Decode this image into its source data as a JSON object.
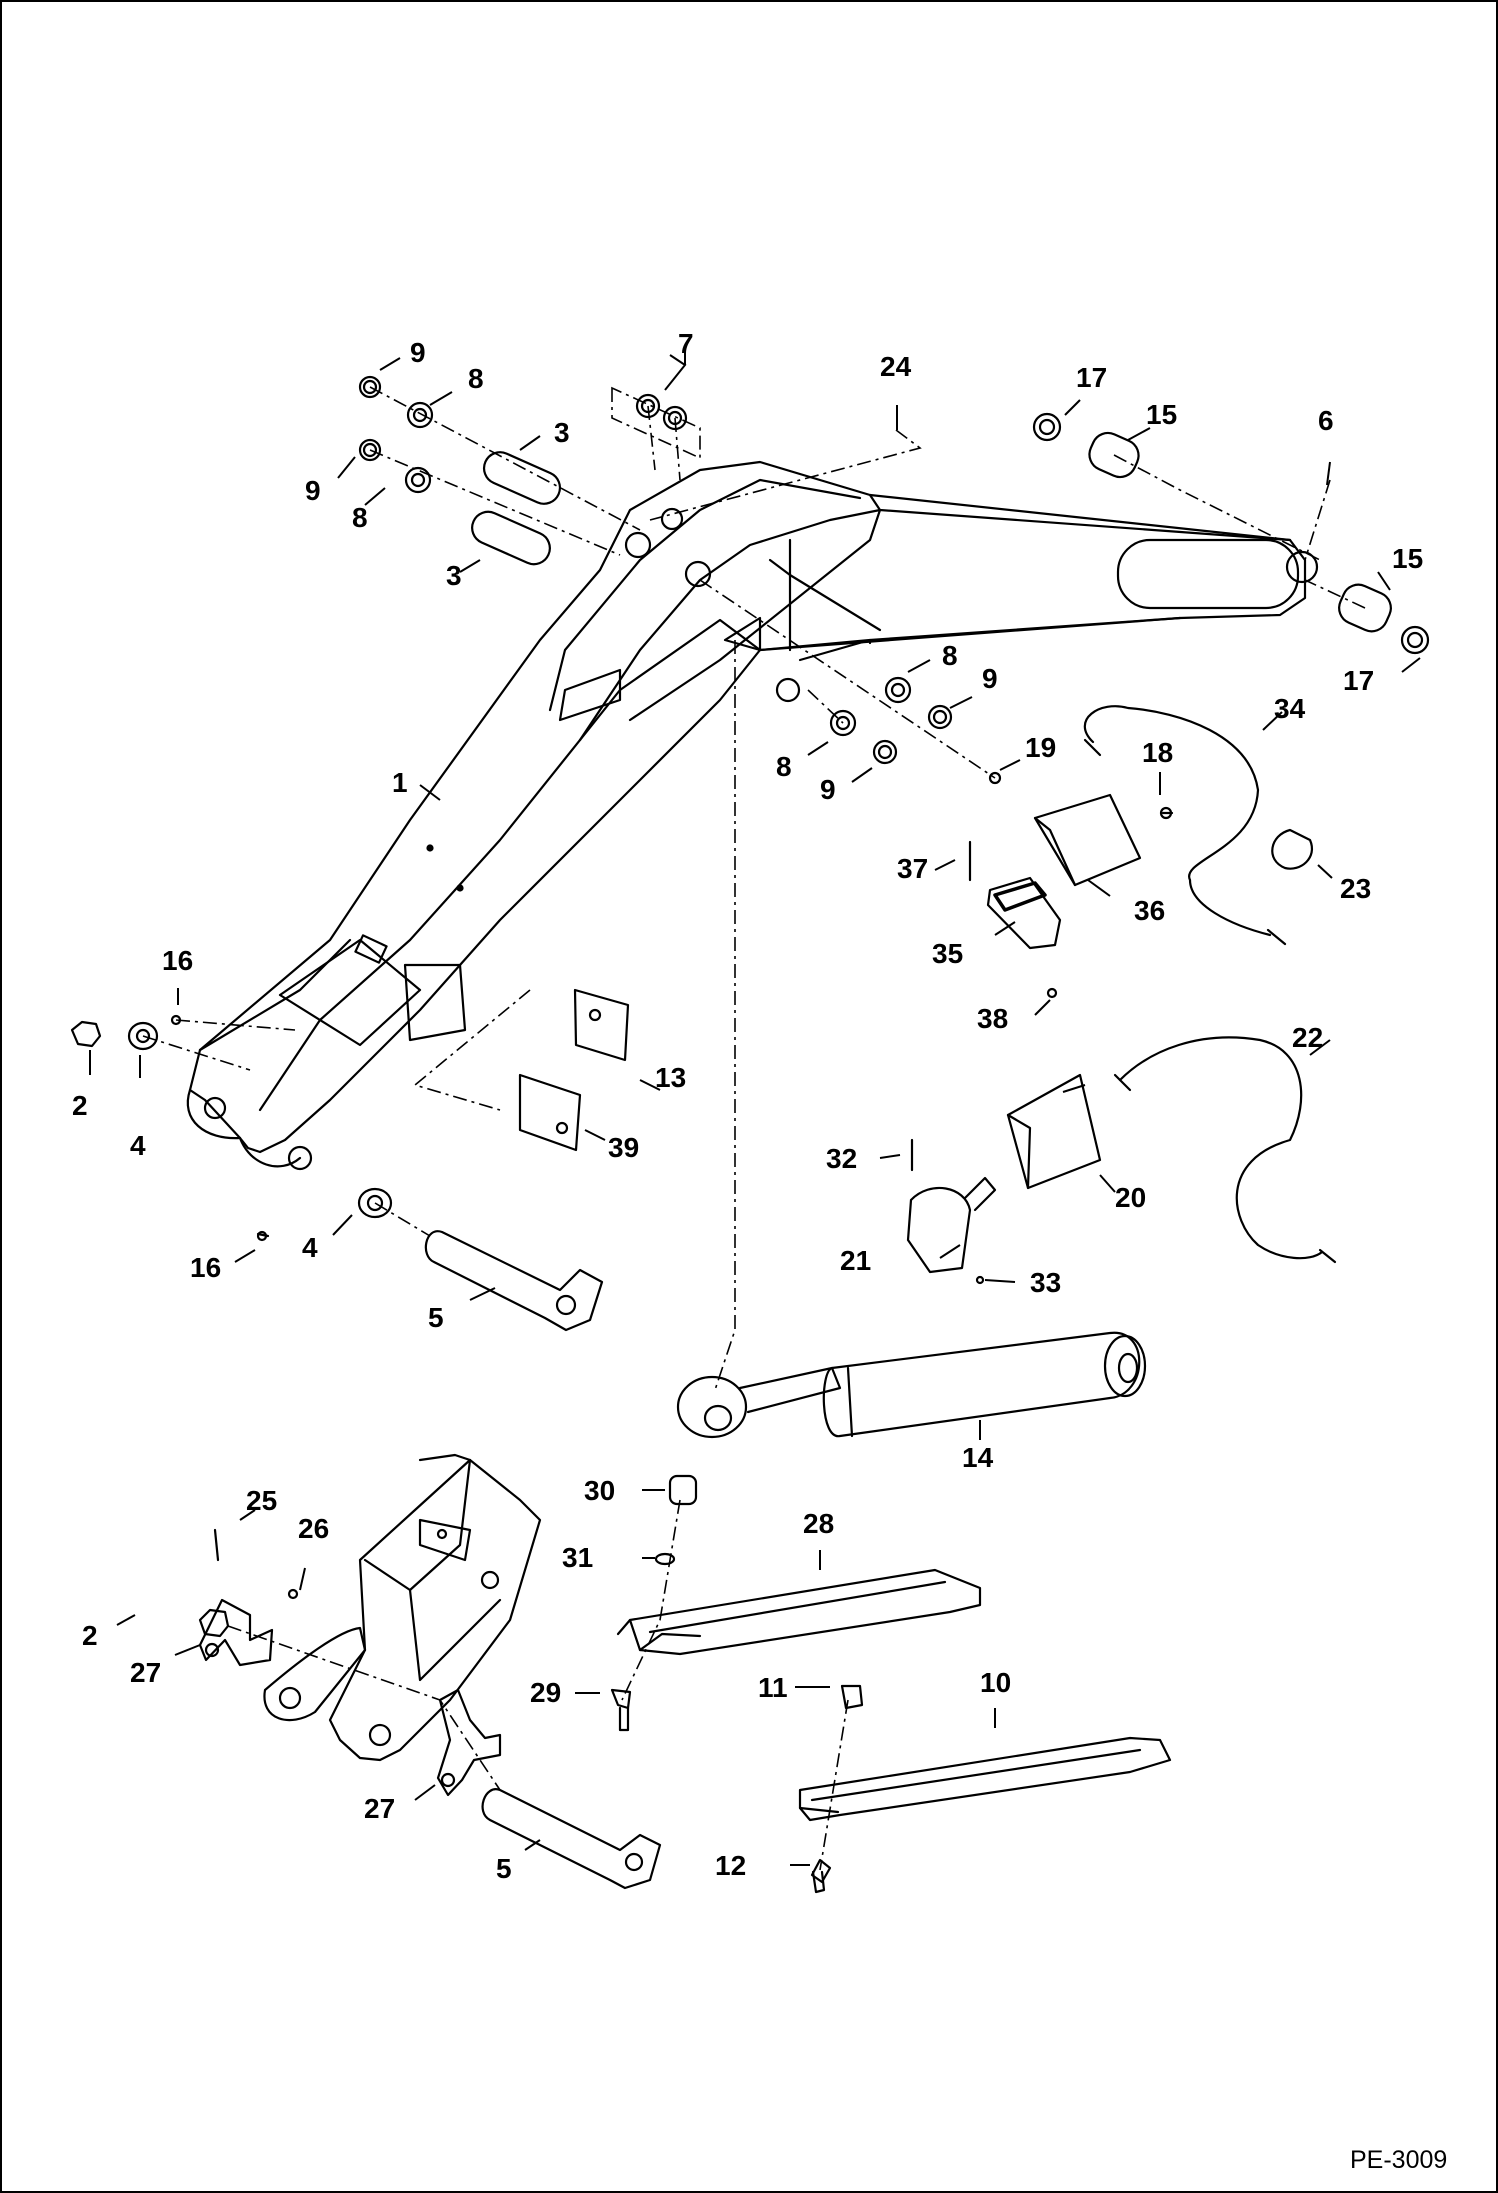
{
  "figure_code": "PE-3009",
  "callouts": [
    "1",
    "2",
    "2",
    "3",
    "3",
    "4",
    "4",
    "5",
    "5",
    "6",
    "7",
    "8",
    "8",
    "8",
    "8",
    "9",
    "9",
    "9",
    "9",
    "10",
    "11",
    "12",
    "13",
    "14",
    "15",
    "15",
    "16",
    "16",
    "17",
    "17",
    "18",
    "19",
    "20",
    "21",
    "22",
    "23",
    "24",
    "25",
    "26",
    "27",
    "27",
    "28",
    "29",
    "30",
    "31",
    "32",
    "33",
    "34",
    "35",
    "36",
    "37",
    "38",
    "39"
  ]
}
